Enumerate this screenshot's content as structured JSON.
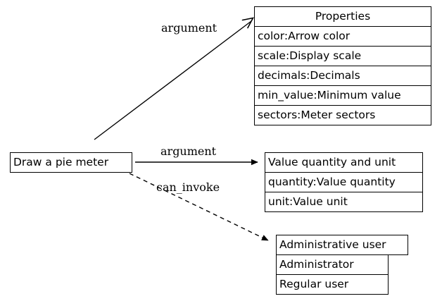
{
  "diagram": {
    "type": "entity-relationship-graph",
    "background_color": "#ffffff",
    "line_color": "#000000",
    "text_color": "#000000"
  },
  "nodes": {
    "source": {
      "name": "draw-a-pie-meter",
      "label": "Draw a pie meter",
      "rows": [
        "Draw a pie meter"
      ]
    },
    "properties": {
      "name": "properties",
      "title": "Properties",
      "attributes": [
        "color:Arrow color",
        "scale:Display scale",
        "decimals:Decimals",
        "min_value:Minimum value",
        "sectors:Meter sectors"
      ]
    },
    "value": {
      "name": "value-quantity-and-unit",
      "title": "Value quantity and unit",
      "attributes": [
        "quantity:Value quantity",
        "unit:Value unit"
      ]
    },
    "user": {
      "name": "administrative-user",
      "title": "Administrative user",
      "attributes": [
        "Administrator",
        "Regular user"
      ]
    }
  },
  "edges": [
    {
      "name": "edge-source-to-properties",
      "label": "argument",
      "from": "Draw a pie meter",
      "to": "Properties",
      "style": "solid",
      "arrowhead": "open"
    },
    {
      "name": "edge-source-to-value",
      "label": "argument",
      "from": "Draw a pie meter",
      "to": "Value quantity and unit",
      "style": "solid",
      "arrowhead": "filled"
    },
    {
      "name": "edge-source-to-user",
      "label": "can_invoke",
      "from": "Draw a pie meter",
      "to": "Administrative user",
      "style": "dashed",
      "arrowhead": "filled"
    }
  ]
}
